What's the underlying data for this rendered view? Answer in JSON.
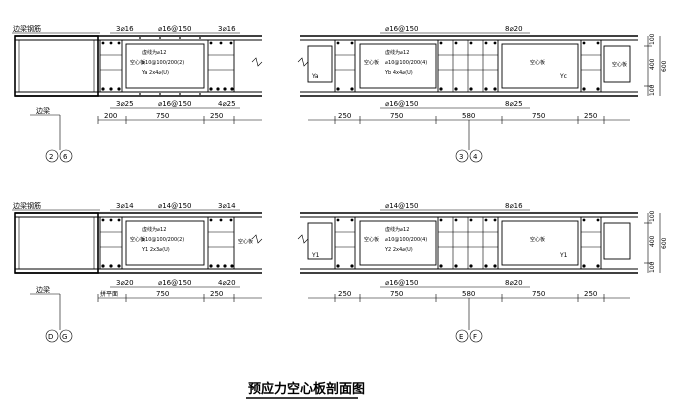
{
  "title": "预应力空心板剖面图",
  "left_labels": {
    "edge_beam_rebar": "边梁钢筋",
    "edge_beam": "边梁",
    "rebar_side": "拼平面"
  },
  "sections": [
    {
      "id": "s1",
      "axes": [
        "2",
        "6"
      ],
      "top_rebars": [
        "3⌀16",
        "⌀16@150",
        "3⌀16"
      ],
      "bottom_rebars": [
        "3⌀25",
        "⌀16@150",
        "4⌀25"
      ],
      "dims": [
        "200",
        "750",
        "250"
      ],
      "notes": [
        "虚线为⌀12",
        "⌀10@100/200(2)",
        "Ya 2x4⌀(U)"
      ],
      "void_label": "空心板",
      "edge_label": "Ya"
    },
    {
      "id": "s2",
      "axes": [
        "3",
        "4"
      ],
      "top_rebars": [
        "⌀16@150",
        "8⌀20"
      ],
      "bottom_rebars": [
        "⌀16@150",
        "8⌀25"
      ],
      "dims": [
        "250",
        "750",
        "580",
        "750",
        "250"
      ],
      "notes": [
        "虚线为⌀12",
        "⌀10@100/200(4)",
        "Yb 4x4⌀(U)"
      ],
      "void_label": "空心板",
      "edge_labels": [
        "Ya",
        "Yc"
      ],
      "side_dims": [
        "100",
        "400",
        "100",
        "600"
      ]
    },
    {
      "id": "s3",
      "axes": [
        "D",
        "G"
      ],
      "top_rebars": [
        "3⌀14",
        "⌀14@150",
        "3⌀14"
      ],
      "bottom_rebars": [
        "3⌀20",
        "⌀16@150",
        "4⌀20"
      ],
      "dims": [
        "750",
        "250"
      ],
      "notes": [
        "虚线为⌀12",
        "⌀10@100/200(2)",
        "Y1 2x3⌀(U)"
      ],
      "void_label": "空心板"
    },
    {
      "id": "s4",
      "axes": [
        "E",
        "F"
      ],
      "top_rebars": [
        "⌀14@150",
        "8⌀16"
      ],
      "bottom_rebars": [
        "⌀16@150",
        "8⌀20"
      ],
      "dims": [
        "250",
        "750",
        "580",
        "750",
        "250"
      ],
      "notes": [
        "虚线为⌀12",
        "⌀10@100/200(4)",
        "Y2 2x4⌀(U)"
      ],
      "void_label": "空心板",
      "edge_labels": [
        "Y1",
        "Y1"
      ],
      "side_dims": [
        "100",
        "400",
        "100",
        "600"
      ]
    }
  ]
}
